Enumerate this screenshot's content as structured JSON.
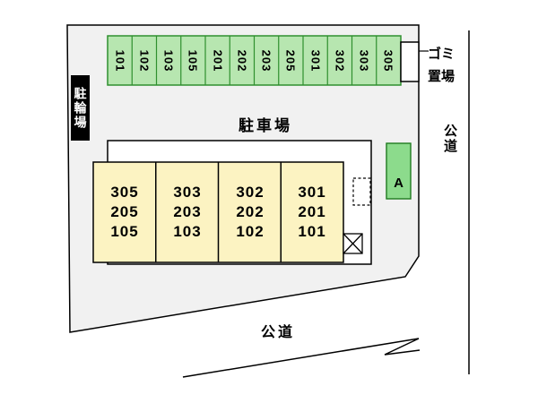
{
  "site": {
    "parking_lot_label": "駐車場",
    "bicycle_parking_label": "駐輪場",
    "garbage_area_label_line1": "ゴミ",
    "garbage_area_label_line2": "置場",
    "road_label_right": "公道",
    "road_label_bottom": "公道",
    "building_marker_label": "A"
  },
  "parking_row": {
    "spaces": [
      "101",
      "102",
      "103",
      "105",
      "201",
      "202",
      "203",
      "205",
      "301",
      "302",
      "303",
      "305"
    ]
  },
  "building": {
    "units": [
      {
        "rooms": [
          "305",
          "205",
          "105"
        ]
      },
      {
        "rooms": [
          "303",
          "203",
          "103"
        ]
      },
      {
        "rooms": [
          "302",
          "202",
          "102"
        ]
      },
      {
        "rooms": [
          "301",
          "201",
          "101"
        ]
      }
    ]
  },
  "colors": {
    "site_fill": "#f1f1f1",
    "parking_space_fill": "#b7e6b0",
    "parking_space_border": "#2f8f2f",
    "building_fill": "#fcf3c2",
    "marker_fill": "#8cdb8c",
    "outline": "#000000"
  }
}
